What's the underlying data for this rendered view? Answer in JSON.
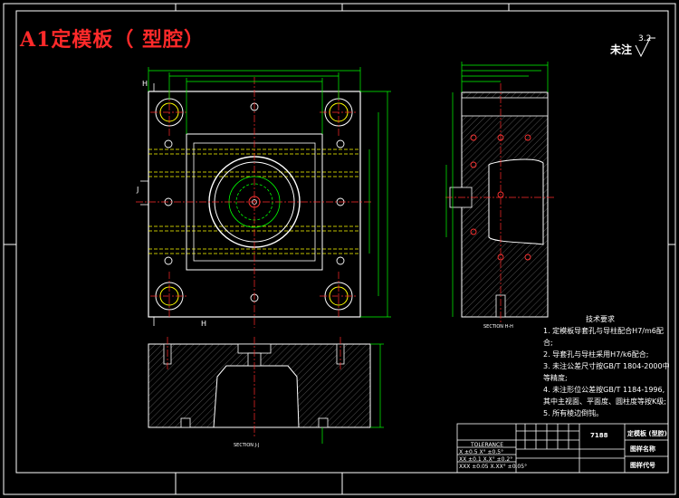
{
  "title": "A1定模板（ 型腔）",
  "roughness": {
    "label": "未注",
    "value": "3.2"
  },
  "sections": {
    "plan_marker": "H",
    "side_marker": "J",
    "hh_caption": "SECTION H-H",
    "jj_caption": "SECTION J-J"
  },
  "notes": {
    "heading": "技术要求",
    "items": [
      "1. 定模板导套孔与导柱配合H7/m6配合;",
      "2. 导套孔与导柱采用H7/k6配合;",
      "3. 未注公差尺寸按GB/T 1804-2000中等精度;",
      "4. 未注形位公差按GB/T 1184-1996, 其中主视面、平面度、圆柱度等按K级;",
      "5. 所有棱边倒钝。"
    ]
  },
  "title_block": {
    "tolerance_header": "TOLERANCE",
    "tolerance_rows": [
      "X  ±0.5  X°  ±0.5°",
      "XX  ±0.1  X.X°  ±0.2°",
      "XXX ±0.05  X.XX° ±0.05°"
    ],
    "part_no": "7188",
    "name": "定模板 (型腔)",
    "drawing_label": "图样名称",
    "code_label": "图样代号"
  }
}
